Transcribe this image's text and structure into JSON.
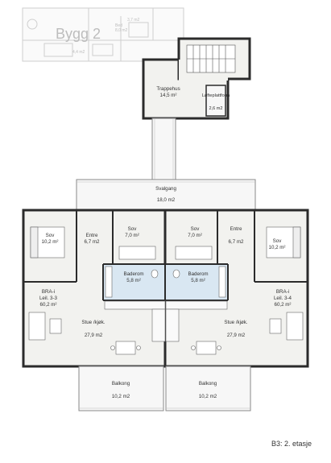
{
  "building_label": "Bygg 2",
  "ghost_labels": {
    "area_1": "3,7 m2",
    "bed_label": "Bed",
    "area_2": "8,0 m2",
    "area_3": "4,4 m2"
  },
  "stairwell": {
    "name": "Trappehus",
    "area": "14,5 m²"
  },
  "lift": {
    "name": "Løfteplattform",
    "area": "2,6 m2"
  },
  "gallery": {
    "name": "Svalgang",
    "area": "18,0 m2"
  },
  "left_unit": {
    "bedroom_large": {
      "name": "Sov",
      "area": "10,2 m²"
    },
    "entrance": {
      "name": "Entre",
      "area": "6,7 m2"
    },
    "bedroom_small": {
      "name": "Sov",
      "area": "7,0 m²"
    },
    "bathroom": {
      "name": "Baderom",
      "area": "5,8 m²"
    },
    "bra": {
      "name": "BRA-i",
      "unit": "Leil. 3-3",
      "area": "60,2 m²"
    },
    "living": {
      "name": "Stue /kjøk.",
      "area": "27,9 m2"
    },
    "balcony": {
      "name": "Balkong",
      "area": "10,2 m2"
    }
  },
  "right_unit": {
    "bedroom_small": {
      "name": "Sov",
      "area": "7,0 m²"
    },
    "entrance": {
      "name": "Entre",
      "area": "6,7 m2"
    },
    "bedroom_large": {
      "name": "Sov",
      "area": "10,2 m²"
    },
    "bathroom": {
      "name": "Baderom",
      "area": "5,8 m²"
    },
    "bra": {
      "name": "BRA-i",
      "unit": "Leil. 3-4",
      "area": "60,2 m²"
    },
    "living": {
      "name": "Stue /kjøk.",
      "area": "27,9 m2"
    },
    "balcony": {
      "name": "Balkong",
      "area": "10,2 m2"
    }
  },
  "caption": "B3: 2. etasje",
  "colors": {
    "floor": "#f2f2ef",
    "wall": "#2b2b2b",
    "bath": "#d9e7f2",
    "ghost": "#cfcfcf",
    "furniture": "#ffffff"
  }
}
